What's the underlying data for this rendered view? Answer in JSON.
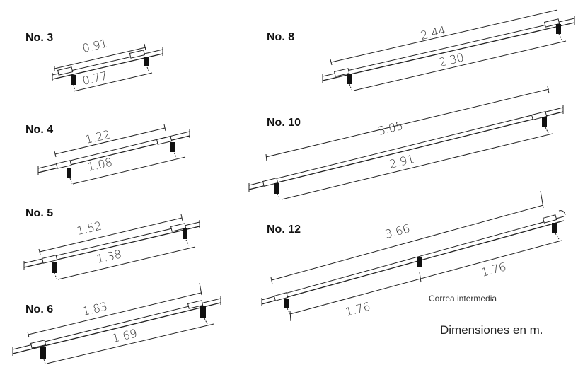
{
  "diagrams": [
    {
      "label": "No. 3",
      "total": "0.91",
      "span": "0.77"
    },
    {
      "label": "No. 4",
      "total": "1.22",
      "span": "1.08"
    },
    {
      "label": "No. 5",
      "total": "1.52",
      "span": "1.38"
    },
    {
      "label": "No. 6",
      "total": "1.83",
      "span": "1.69"
    },
    {
      "label": "No. 8",
      "total": "2.44",
      "span": "2.30"
    },
    {
      "label": "No. 10",
      "total": "3.05",
      "span": "2.91"
    },
    {
      "label": "No. 12",
      "total": "3.66",
      "span_left": "1.76",
      "span_right": "1.76",
      "note": "Correa intermedia"
    }
  ],
  "units_note": "Dimensiones en m."
}
